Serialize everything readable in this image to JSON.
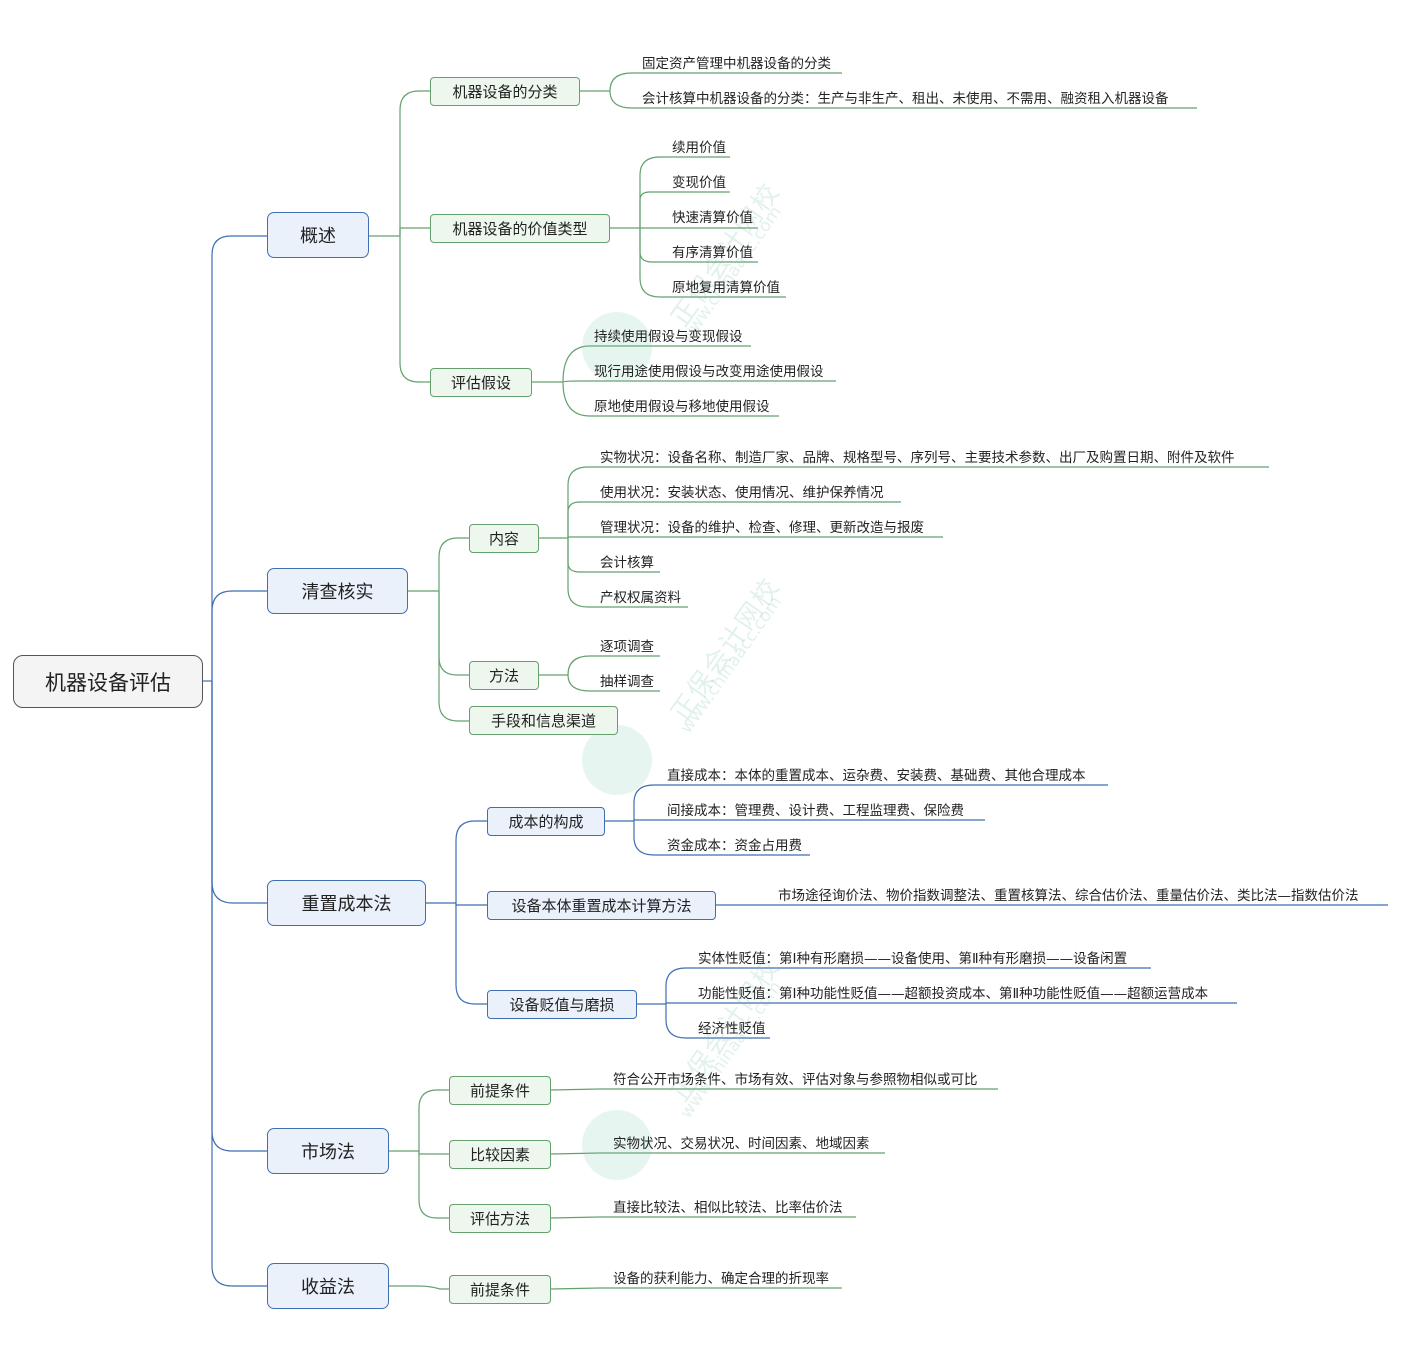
{
  "root": "机器设备评估",
  "branches": {
    "overview": {
      "label": "概述",
      "classification": {
        "label": "机器设备的分类",
        "items": [
          "固定资产管理中机器设备的分类",
          "会计核算中机器设备的分类：生产与非生产、租出、未使用、不需用、融资租入机器设备"
        ]
      },
      "value_types": {
        "label": "机器设备的价值类型",
        "items": [
          "续用价值",
          "变现价值",
          "快速清算价值",
          "有序清算价值",
          "原地复用清算价值"
        ]
      },
      "assumptions": {
        "label": "评估假设",
        "items": [
          "持续使用假设与变现假设",
          "现行用途使用假设与改变用途使用假设",
          "原地使用假设与移地使用假设"
        ]
      }
    },
    "verification": {
      "label": "清查核实",
      "content": {
        "label": "内容",
        "items": [
          "实物状况：设备名称、制造厂家、品牌、规格型号、序列号、主要技术参数、出厂及购置日期、附件及软件",
          "使用状况：安装状态、使用情况、维护保养情况",
          "管理状况：设备的维护、检查、修理、更新改造与报废",
          "会计核算",
          "产权权属资料"
        ]
      },
      "method": {
        "label": "方法",
        "items": [
          "逐项调查",
          "抽样调查"
        ]
      },
      "channels": {
        "label": "手段和信息渠道"
      }
    },
    "replacement": {
      "label": "重置成本法",
      "cost_structure": {
        "label": "成本的构成",
        "items": [
          "直接成本：本体的重置成本、运杂费、安装费、基础费、其他合理成本",
          "间接成本：管理费、设计费、工程监理费、保险费",
          "资金成本：资金占用费"
        ]
      },
      "body_cost": {
        "label": "设备本体重置成本计算方法",
        "items": [
          "市场途径询价法、物价指数调整法、重置核算法、综合估价法、重量估价法、类比法—指数估价法"
        ]
      },
      "depreciation": {
        "label": "设备贬值与磨损",
        "items": [
          "实体性贬值：第Ⅰ种有形磨损——设备使用、第Ⅱ种有形磨损——设备闲置",
          "功能性贬值：第Ⅰ种功能性贬值——超额投资成本、第Ⅱ种功能性贬值——超额运营成本",
          "经济性贬值"
        ]
      }
    },
    "market": {
      "label": "市场法",
      "premise": {
        "label": "前提条件",
        "items": [
          "符合公开市场条件、市场有效、评估对象与参照物相似或可比"
        ]
      },
      "factors": {
        "label": "比较因素",
        "items": [
          "实物状况、交易状况、时间因素、地域因素"
        ]
      },
      "methods": {
        "label": "评估方法",
        "items": [
          "直接比较法、相似比较法、比率估价法"
        ]
      }
    },
    "income": {
      "label": "收益法",
      "premise": {
        "label": "前提条件",
        "items": [
          "设备的获利能力、确定合理的折现率"
        ]
      }
    }
  },
  "watermark": {
    "cn": "正保会计网校",
    "url": "www.chinaacc.com"
  },
  "colors": {
    "blue_line": "#3f6fb0",
    "green_line": "#64a16e",
    "root_border": "#555555"
  }
}
